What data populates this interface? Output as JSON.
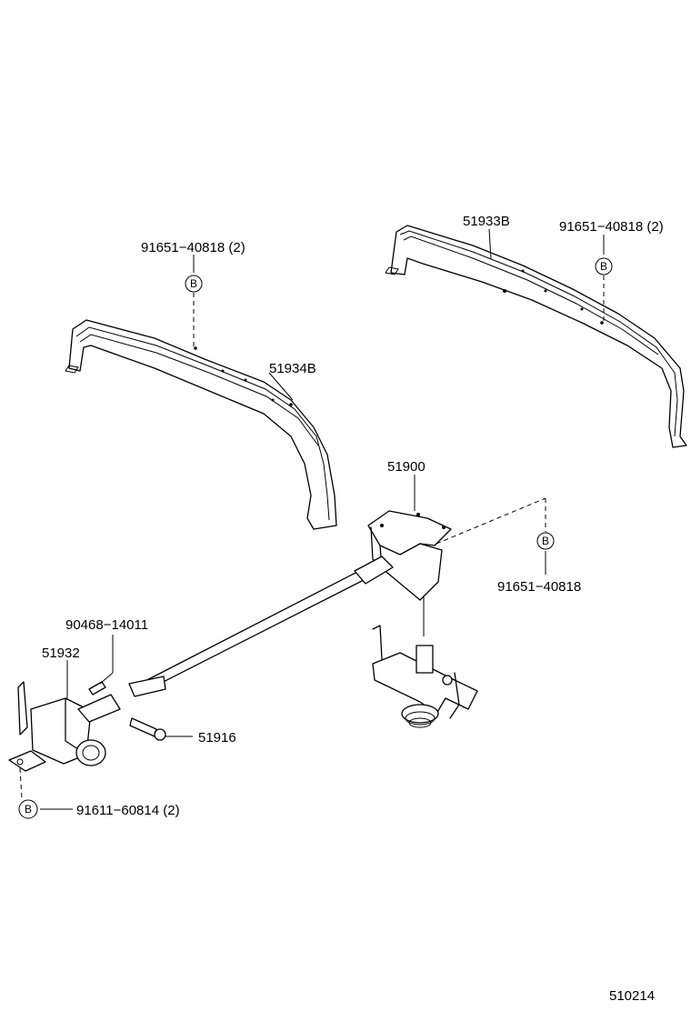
{
  "parts": {
    "p_91651_40818_left": "91651−40818 (2)",
    "p_51934B": "51934B",
    "p_51933B": "51933B",
    "p_91651_40818_right": "91651−40818 (2)",
    "p_51900": "51900",
    "p_91651_40818_single": "91651−40818",
    "p_90468_14011": "90468−14011",
    "p_51932": "51932",
    "p_51916": "51916",
    "p_91611_60814": "91611−60814 (2)"
  },
  "callouts": {
    "b_left": "B",
    "b_right": "B",
    "b_mid": "B",
    "b_bottom": "B"
  },
  "diagram_id": "510214"
}
